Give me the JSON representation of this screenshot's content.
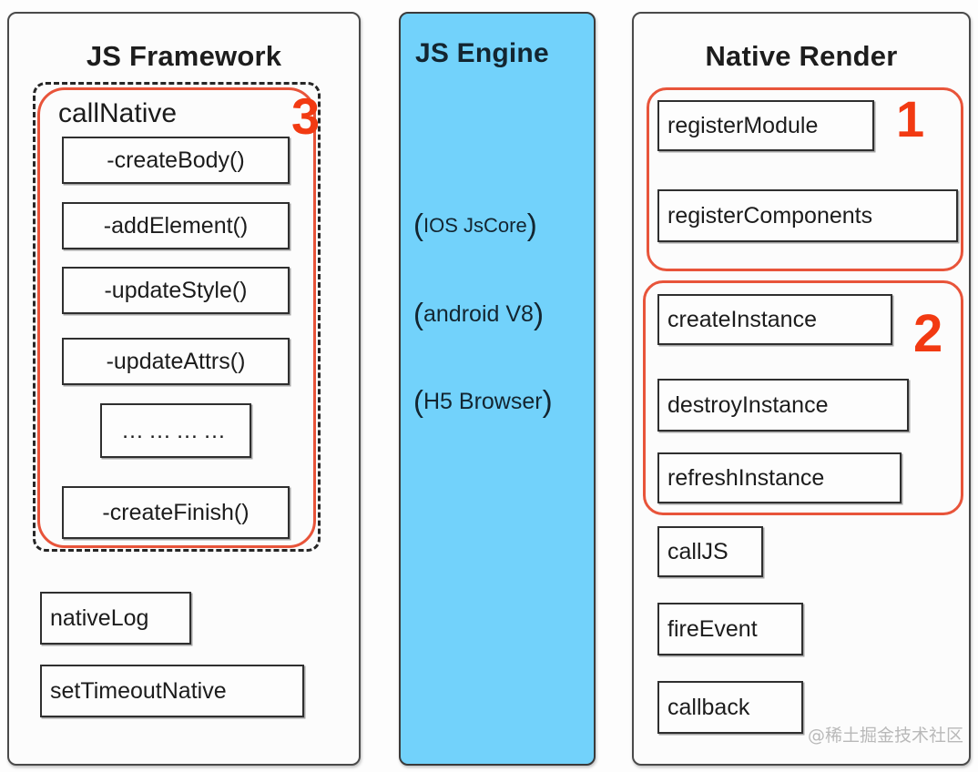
{
  "panels": {
    "framework": {
      "title": "JS Framework",
      "group_label": "callNative",
      "group_marker": "3",
      "call_native_items": [
        "-createBody()",
        "-addElement()",
        "-updateStyle()",
        "-updateAttrs()",
        "…………",
        "-createFinish()"
      ],
      "outside_items": [
        "nativeLog",
        "setTimeoutNative"
      ]
    },
    "engine": {
      "title": "JS Engine",
      "lines": [
        "(IOS JsCore)",
        "(android V8)",
        "(H5 Browser)"
      ],
      "line_parts": [
        {
          "open": "(",
          "text": "IOS JsCore",
          "close": ")"
        },
        {
          "open": "(",
          "text": "android V8",
          "close": ")"
        },
        {
          "open": "(",
          "text": "H5 Browser",
          "close": ")"
        }
      ]
    },
    "native": {
      "title": "Native Render",
      "group1_marker": "1",
      "group1_items": [
        "registerModule",
        "registerComponents"
      ],
      "group2_marker": "2",
      "group2_items": [
        "createInstance",
        "destroyInstance",
        "refreshInstance"
      ],
      "loose_items": [
        "callJS",
        "fireEvent",
        "callback"
      ]
    }
  },
  "watermark": "@稀土掘金技术社区",
  "colors": {
    "engine_fill": "#72d2fb",
    "marker_red": "#f23a12",
    "ring_red": "#e8543a",
    "box_border": "#2f2f2f",
    "panel_border": "#4a4a4a",
    "page_background": "#fdfdfd"
  }
}
